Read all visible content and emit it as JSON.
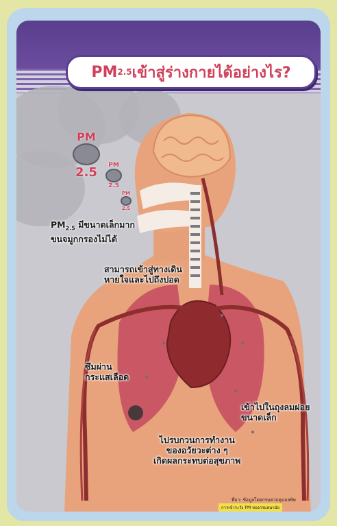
{
  "title": {
    "main_before": "PM",
    "sub": "2.5",
    "main_after": " เข้าสู่ร่างกายได้อย่างไร?"
  },
  "mascots": [
    {
      "top": "PM",
      "bottom": "2.5"
    },
    {
      "top": "PM",
      "bottom": "2.5"
    },
    {
      "top": "PM",
      "bottom": "2.5"
    }
  ],
  "labels": {
    "nose_line1_pre": "PM",
    "nose_line1_sub": "2.5",
    "nose_line1_post": " มีขนาดเล็กมาก",
    "nose_line2": "ขนจมูกกรองไม่ได้",
    "airway_line1": "สามารถเข้าสู่ทางเดิน",
    "airway_line2": "หายใจและไปถึงปอด",
    "blood_line1": "ซึมผ่าน",
    "blood_line2": "กระแสเลือด",
    "alveoli_line1": "เข้าไปในถุงลมฝอย",
    "alveoli_line2": "ขนาดเล็ก",
    "organ_line1": "ไปรบกวนการทำงาน",
    "organ_line2": "ของอวัยวะต่าง ๆ",
    "organ_line3": "เกิดผลกระทบต่อสุขภาพ"
  },
  "footer": {
    "credit": "ที่มา: ข้อมูลโดยกรมควบคุมมลพิษ",
    "tag": "การเข้าระวัง PM  ของกรมอนามัย"
  },
  "colors": {
    "banner": "#5a3f8e",
    "title_text": "#d0405a",
    "skin": "#e9a37c",
    "lung": "#c95864",
    "heart": "#8f2a2e",
    "vessel": "#8c2e2e"
  }
}
